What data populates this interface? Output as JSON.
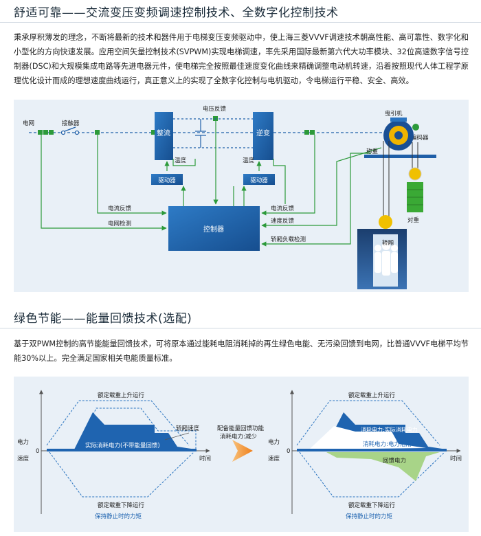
{
  "section1": {
    "title": "舒适可靠——交流变压变频调速控制技术、全数字化控制技术",
    "paragraph": "秉承厚积薄发的理念，不断将最新的技术和器件用于电梯变压变频驱动中，使上海三菱VVVF调速技术朝高性能、高可靠性、数字化和小型化的方向快速发展。应用空间矢量控制技术(SVPWM)实现电梯调速，率先采用国际最新第六代大功率模块、32位高速数字信号控制器(DSC)和大规模集成电路等先进电器元件，使电梯完全按照最佳速度变化曲线来精确调整电动机转速，沿着按照现代人体工程学原理优化设计而成的理想速度曲线运行，真正意义上的实现了全数字化控制与电机驱动，令电梯运行平稳、安全、高效。"
  },
  "diagram1": {
    "grid": "电网",
    "contactor": "接触器",
    "rectifier": "整流",
    "voltage_feedback": "电压反馈",
    "inverter": "逆变",
    "traction_machine": "曳引机",
    "encoder": "编码器",
    "weighing": "称重",
    "temp_left": "温度",
    "temp_right": "温度",
    "driver_left": "驱动器",
    "driver_right": "驱动器",
    "current_feedback_left": "电流反馈",
    "grid_detect": "电网检测",
    "controller": "控制器",
    "current_feedback_right": "电流反馈",
    "speed_feedback": "速度反馈",
    "car_load_detect": "轿厢负载检测",
    "counterweight": "对重",
    "car": "轿厢"
  },
  "section2": {
    "title": "绿色节能——能量回馈技术(选配)",
    "paragraph": "基于双PWM控制的高节能能量回馈技术，可将原本通过能耗电阻消耗掉的再生绿色电能、无污染回馈到电网，比普通VVVF电梯平均节能30%以上。完全满足国家相关电能质量标准。"
  },
  "diagram2": {
    "left": {
      "up_label": "额定载重上升运行",
      "car_speed": "轿厢速度",
      "actual_power": "实际消耗电力(不带能量回馈)",
      "power": "电力",
      "speed": "速度",
      "zero": "0",
      "time": "时间",
      "down_label": "额定载重下降运行",
      "hold_label": "保持静止时的力矩"
    },
    "middle": {
      "line1": "配备能量回馈功能",
      "line2": "消耗电力:减少"
    },
    "right": {
      "up_label": "额定载重上升运行",
      "actual_power": "消耗电力:实际消耗电力",
      "power_usage": "消耗电力:电力活用",
      "regen_power": "回馈电力",
      "power": "电力",
      "speed": "速度",
      "zero": "0",
      "time": "时间",
      "down_label": "额定载重下降运行",
      "hold_label": "保持静止时的力矩"
    }
  },
  "colors": {
    "blue": "#1f5fa8",
    "mid_blue": "#2a74c0",
    "green": "#3aa935",
    "light_green": "#a8d488",
    "panel": "#e9f0f7",
    "arrow_orange": "#f29b38"
  }
}
